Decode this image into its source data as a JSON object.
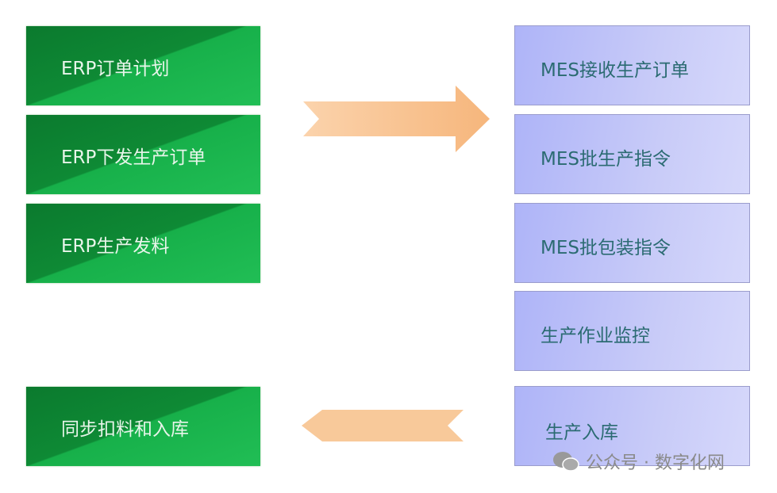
{
  "erp": [
    "ERP订单计划",
    "ERP下发生产订单",
    "ERP生产发料",
    "同步扣料和入库"
  ],
  "mes": [
    "MES接收生产订单",
    "MES批生产指令",
    "MES批包装指令",
    "生产作业监控",
    "生产入库"
  ],
  "watermark": "公众号 · 数字化网",
  "colors": {
    "green": "#0e8a35",
    "blue": "#c8cbf8",
    "arrow": "#f7c08e"
  }
}
